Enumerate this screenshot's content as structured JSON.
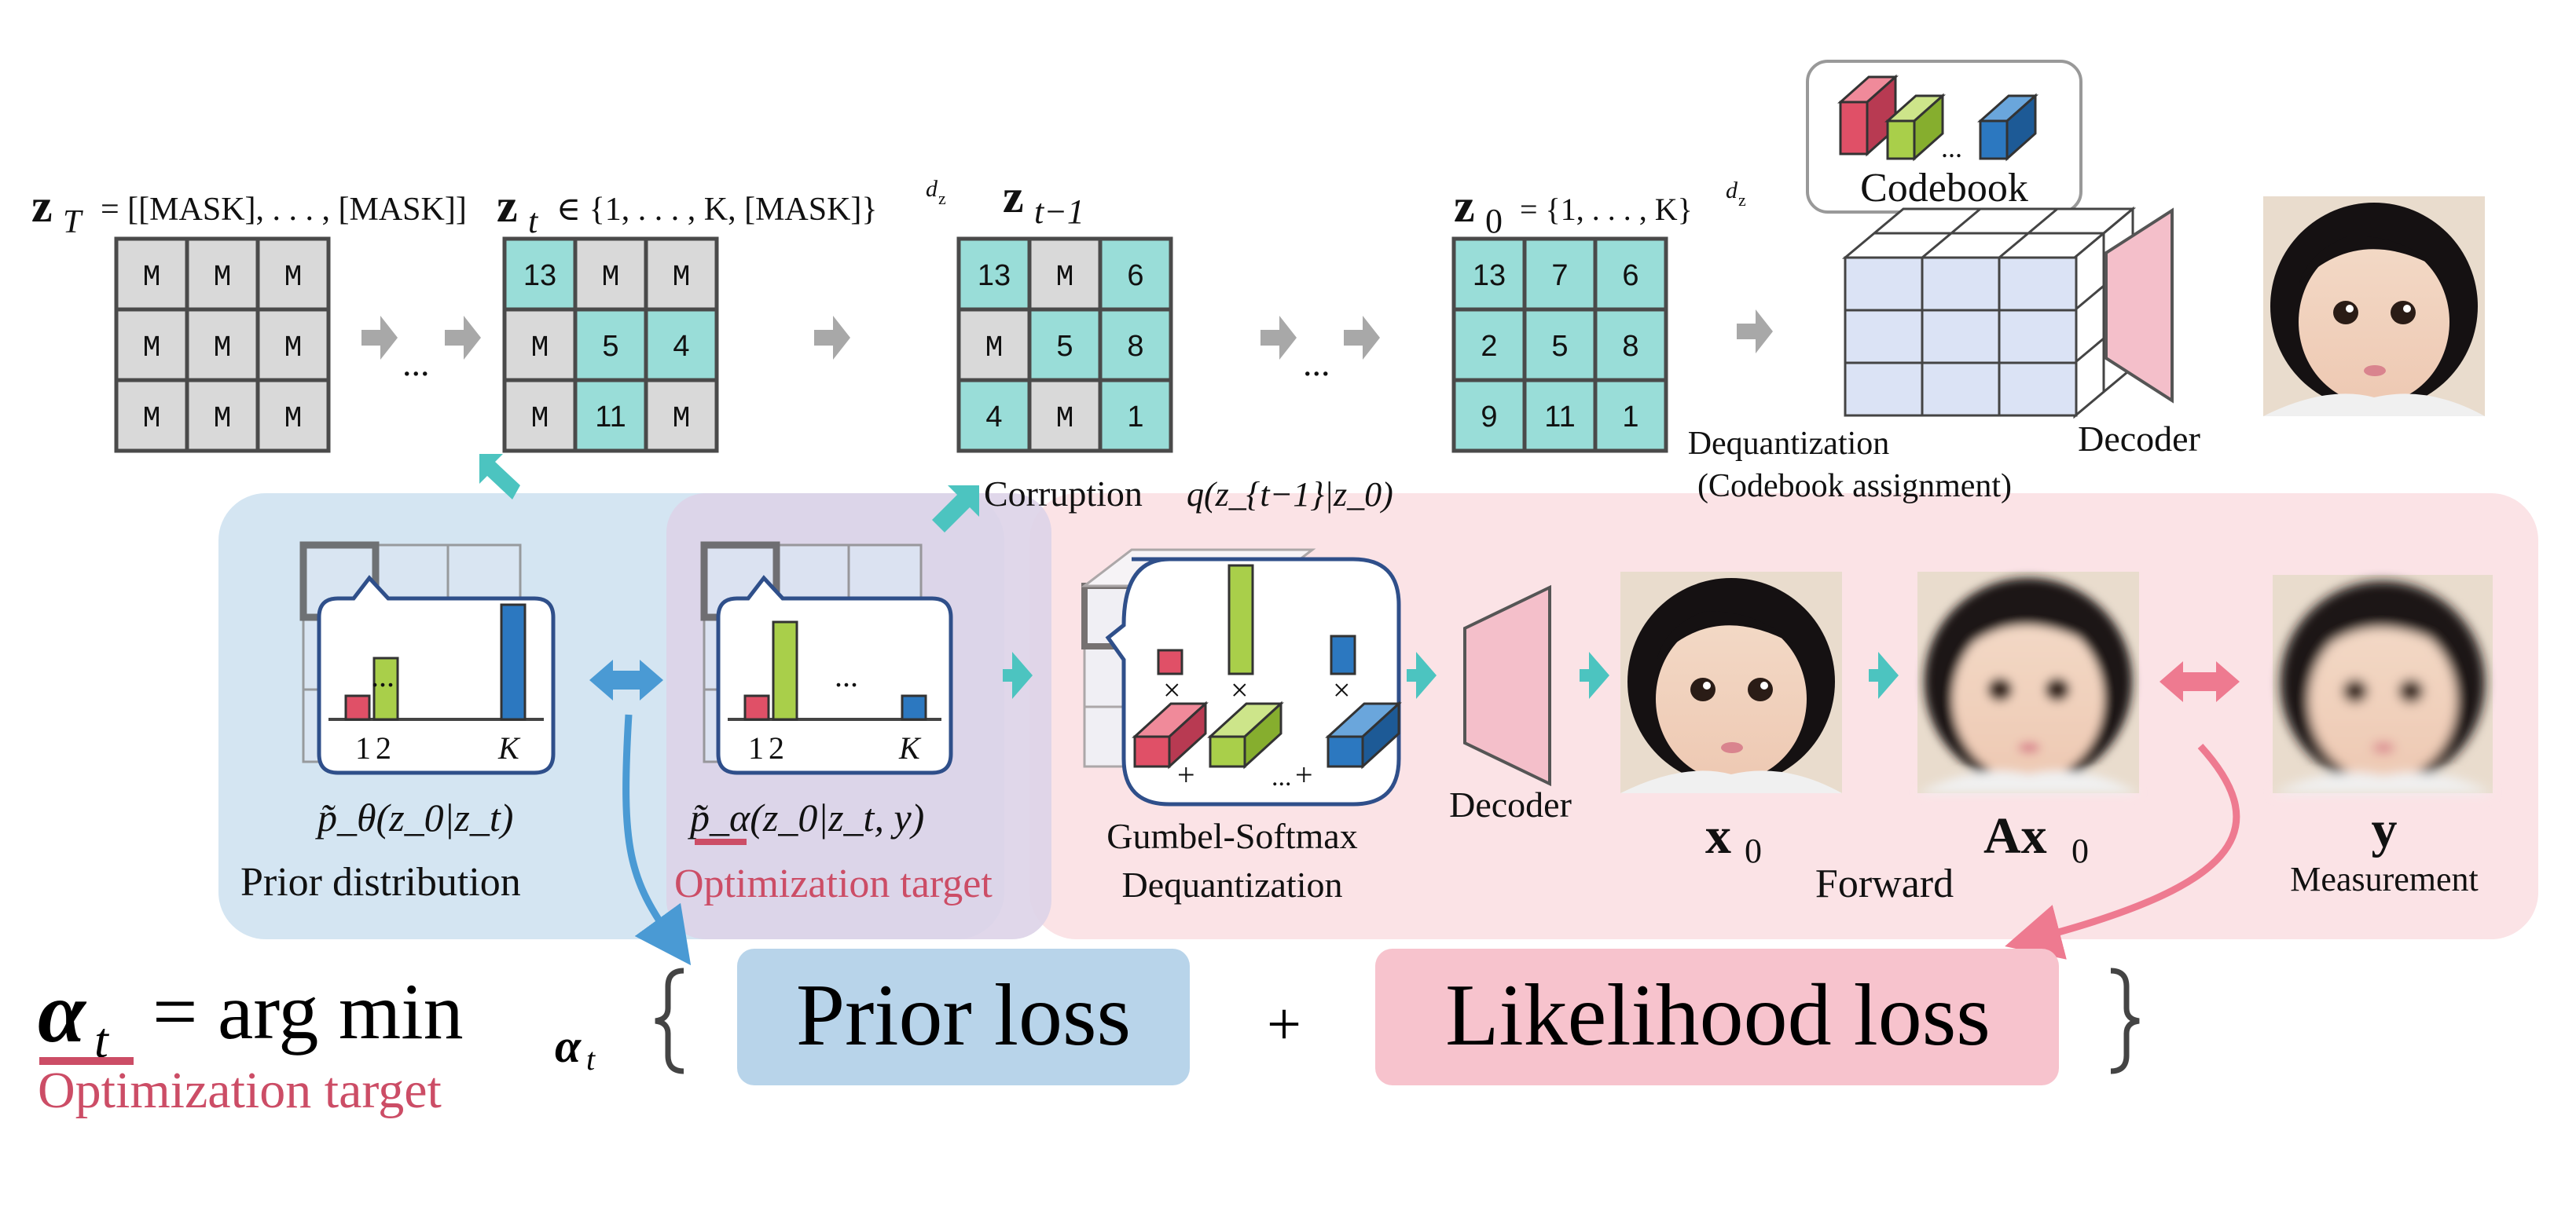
{
  "mask_letter": "M",
  "ellipsis": "...",
  "states": {
    "zT": {
      "var": "z",
      "sub": "T",
      "rest": "= [[MASK], . . . , [MASK]]",
      "cells": [
        "M",
        "M",
        "M",
        "M",
        "M",
        "M",
        "M",
        "M",
        "M"
      ]
    },
    "zt": {
      "var": "z",
      "sub": "t",
      "rest": "∈ {1, . . . , K, [MASK]}",
      "sup": "d",
      "sup_sub": "z",
      "cells": [
        "13",
        "M",
        "M",
        "M",
        "5",
        "4",
        "M",
        "11",
        "M"
      ]
    },
    "zt1": {
      "var": "z",
      "sub": "t−1",
      "cells": [
        "13",
        "M",
        "6",
        "M",
        "5",
        "8",
        "4",
        "M",
        "1"
      ]
    },
    "z0": {
      "var": "z",
      "sub": "0",
      "rest": "= {1, . . . , K}",
      "sup": "d",
      "sup_sub": "z",
      "cells": [
        "13",
        "7",
        "6",
        "2",
        "5",
        "8",
        "9",
        "11",
        "1"
      ]
    }
  },
  "codebook": {
    "label": "Codebook"
  },
  "dequantization": {
    "line1": "Dequantization",
    "line2": "(Codebook assignment)"
  },
  "decoder_top": "Decoder",
  "corruption": {
    "label": "Corruption",
    "formula": "q(z_{t−1}|z_0)"
  },
  "prior": {
    "formula": "p̃_θ(z_0|z_t)",
    "label": "Prior distribution",
    "ticks": [
      "1",
      "2",
      "K"
    ]
  },
  "target": {
    "formula": "p̃_α(z_0|z_t, y)",
    "label": "Optimization target",
    "ticks": [
      "1",
      "2",
      "K"
    ]
  },
  "gumbel": {
    "line1": "Gumbel-Softmax",
    "line2": "Dequantization",
    "times": "×",
    "plus": "+"
  },
  "decoder_mid": "Decoder",
  "x0": "x",
  "x0_sub": "0",
  "ax0": "Ax",
  "ax0_sub": "0",
  "forward": "Forward",
  "y": "y",
  "measurement": "Measurement",
  "equation": {
    "lhs": "α",
    "lhs_sub": "t",
    "mid": "= arg min",
    "mid_sub": "α",
    "mid_sub_sub": "t",
    "prior_loss": "Prior loss",
    "plus": "+",
    "likelihood_loss": "Likelihood loss",
    "target_label": "Optimization target"
  },
  "colors": {
    "mask_cell": "#d9d9d9",
    "token_cell": "#99ddd8",
    "prior_panel": "#c5dced",
    "target_panel": "#ddd3e8",
    "likelihood_panel": "#fbe3e6",
    "prior_loss_box": "#b8d4ea",
    "likelihood_loss_box": "#f7c3cd",
    "accent_red": "#cc4d66",
    "teal": "#4cc4c0",
    "blue_arrow": "#4a9ad4",
    "pink_arrow": "#ee7a90",
    "bar_red": "#e05067",
    "bar_green": "#a9cf4a",
    "bar_blue": "#2c78c0",
    "decoder_fill": "#f4bfca"
  }
}
